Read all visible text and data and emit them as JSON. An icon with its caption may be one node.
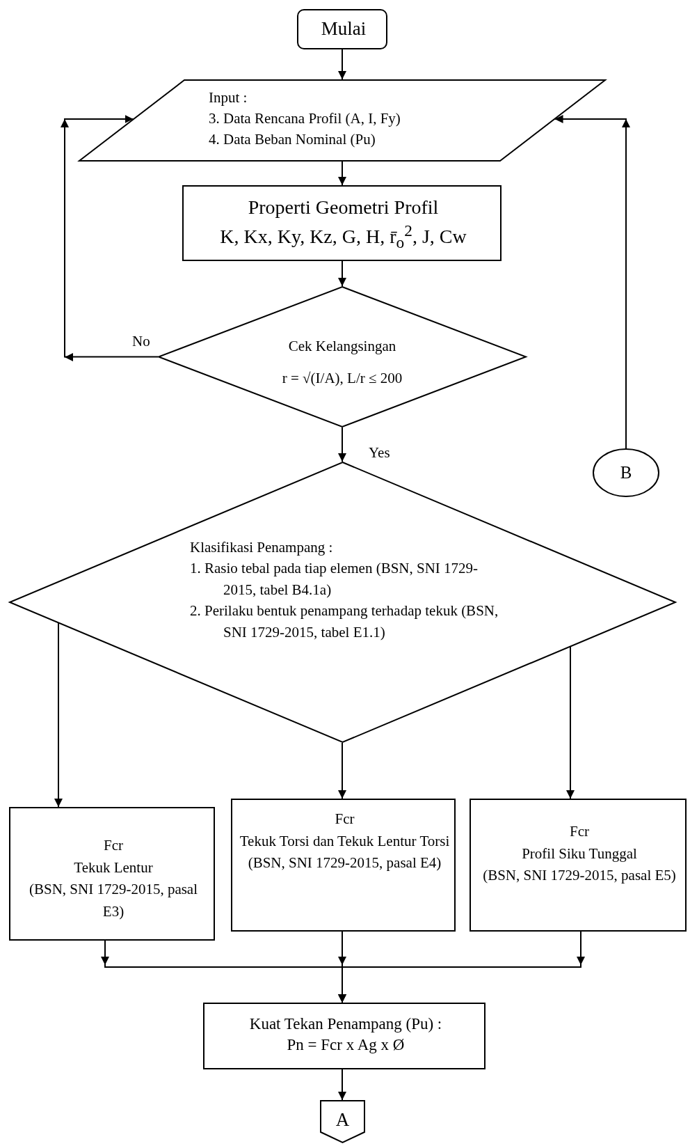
{
  "diagram": {
    "nodes": [
      {
        "text": [
          "Mulai"
        ]
      },
      {
        "text": [
          "Input :",
          "3. Data Rencana Profil (A, I, Fy)",
          "4. Data Beban Nominal (Pu)"
        ]
      },
      {
        "text": [
          "Properti Geometri Profil",
          "K, Kx, Ky, Kz, G, H, r̄$_{o}$$^{2}$, J, Cw"
        ]
      },
      {
        "text": [
          "Cek Kelangsingan",
          "r = √(I/A), L/r ≤ 200"
        ]
      },
      {
        "text": [
          "B"
        ]
      },
      {
        "text": [
          "Klasifikasi Penampang :",
          "1. Rasio tebal pada tiap elemen (BSN, SNI 1729-2015, tabel B4.1a)",
          "2. Perilaku bentuk penampang terhadap tekuk (BSN, SNI 1729-2015, tabel E1.1)"
        ]
      },
      {
        "text": [
          "Fcr",
          "Tekuk Lentur",
          "(BSN, SNI 1729-2015, pasal E3)"
        ]
      },
      {
        "text": [
          "Fcr",
          "Tekuk Torsi dan Tekuk Lentur Torsi",
          "(BSN, SNI 1729-2015, pasal E4)"
        ]
      },
      {
        "text": [
          "Fcr",
          "Profil Siku Tunggal",
          "(BSN, SNI 1729-2015, pasal E5)"
        ]
      },
      {
        "text": [
          "Kuat Tekan Penampang (Pu) :",
          "Pn = Fcr x Ag x Ø"
        ]
      },
      {
        "text": [
          "A"
        ]
      }
    ],
    "edges": [
      {
        "from": 0,
        "to": 1,
        "arrow": "to"
      },
      {
        "from": 1,
        "to": 2,
        "arrow": "to"
      },
      {
        "from": 2,
        "to": 3,
        "arrow": "to"
      },
      {
        "from": 3,
        "to": 1,
        "arrow": "to",
        "label": "No"
      },
      {
        "from": 3,
        "to": 5,
        "arrow": "to",
        "label": "Yes"
      },
      {
        "from": 4,
        "to": 1,
        "arrow": "to"
      },
      {
        "from": 5,
        "to": 6,
        "arrow": "to"
      },
      {
        "from": 5,
        "to": 7,
        "arrow": "to"
      },
      {
        "from": 5,
        "to": 8,
        "arrow": "to"
      },
      {
        "from": 6,
        "to": 9,
        "arrow": "to"
      },
      {
        "from": 7,
        "to": 9,
        "arrow": "to"
      },
      {
        "from": 8,
        "to": 9,
        "arrow": "to"
      },
      {
        "from": 9,
        "to": 10,
        "arrow": "to"
      }
    ]
  }
}
